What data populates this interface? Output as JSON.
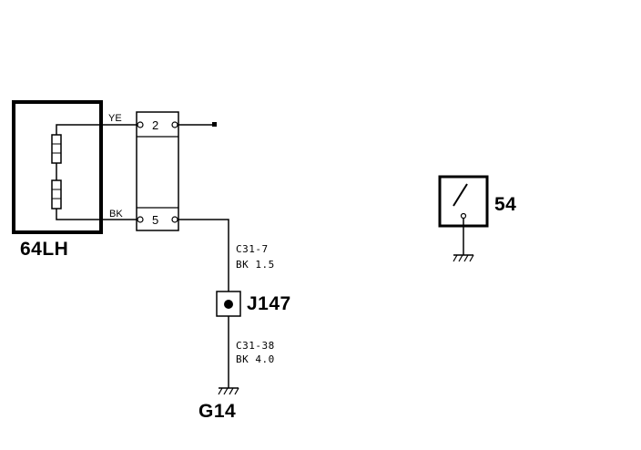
{
  "components": {
    "sensor": {
      "label": "64LH"
    },
    "switch": {
      "label": "54"
    },
    "junction": {
      "label": "J147"
    },
    "ground": {
      "label": "G14"
    }
  },
  "connector": {
    "pins": [
      {
        "number": "2",
        "wire_color": "YE"
      },
      {
        "number": "5",
        "wire_color": "BK"
      }
    ]
  },
  "wires": {
    "upper": {
      "circuit": "C31-7",
      "spec": "BK  1.5"
    },
    "lower": {
      "circuit": "C31-38",
      "spec": "BK  4.0"
    }
  }
}
